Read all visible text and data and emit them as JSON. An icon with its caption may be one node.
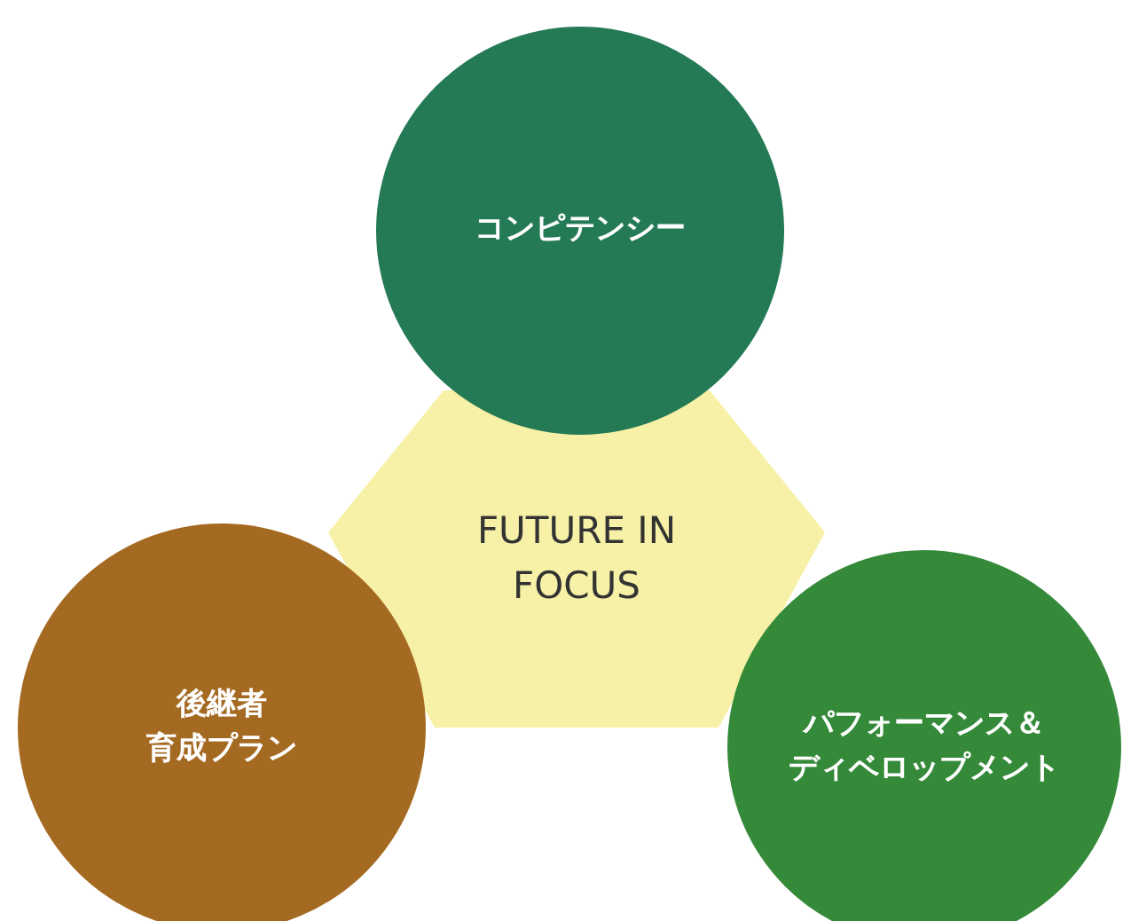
{
  "diagram": {
    "nodes": [
      {
        "text": [
          "コンピテンシー"
        ]
      },
      {
        "text": [
          "FUTURE IN FOCUS"
        ]
      },
      {
        "text": [
          "後継者育成プラン"
        ]
      },
      {
        "text": [
          "パフォーマンス＆ディベロップメント"
        ]
      }
    ]
  }
}
